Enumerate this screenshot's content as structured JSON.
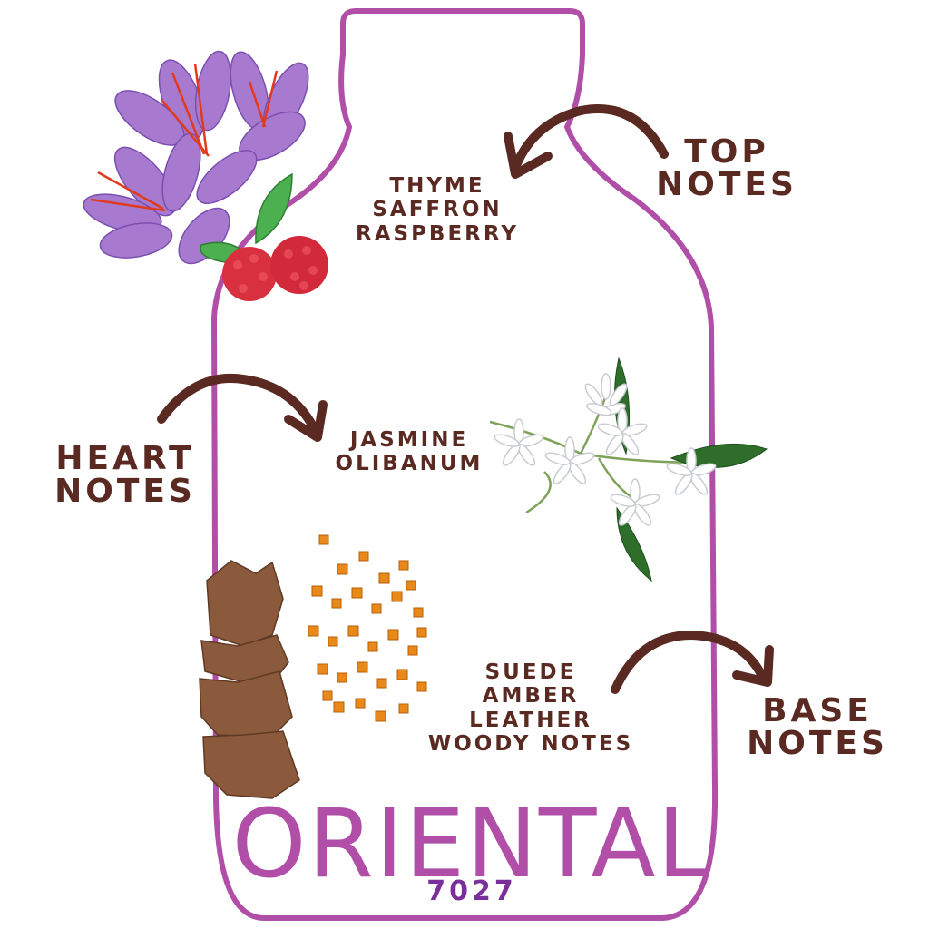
{
  "colors": {
    "bottle": "#b04ea8",
    "brown": "#5a2a22",
    "title": "#b04ea8",
    "code": "#7a2f9a"
  },
  "top": {
    "label_line1": "TOP",
    "label_line2": "NOTES",
    "notes": [
      "THYME",
      "SAFFRON",
      "RASPBERRY"
    ]
  },
  "heart": {
    "label_line1": "HEART",
    "label_line2": "NOTES",
    "notes": [
      "JASMINE",
      "OLIBANUM"
    ]
  },
  "base": {
    "label_line1": "BASE",
    "label_line2": "NOTES",
    "notes": [
      "SUEDE",
      "AMBER",
      "LEATHER",
      "WOODY NOTES"
    ]
  },
  "title": "ORIENTAL",
  "code": "7027",
  "images": [
    "saffron-flower-image",
    "raspberry-image",
    "jasmine-image",
    "leather-image",
    "amber-image"
  ]
}
